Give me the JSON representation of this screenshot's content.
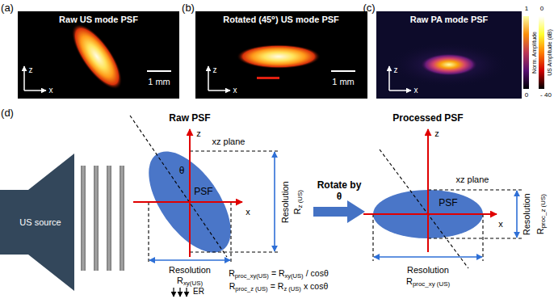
{
  "diagram": {
    "nodes": [
      {
        "text": [
          "US source"
        ]
      },
      {
        "text": [
          "PSF"
        ]
      },
      {
        "text": [
          "PSF"
        ]
      }
    ],
    "labels": [
      "(a)",
      "Raw US mode PSF",
      "1 mm",
      "z",
      "x",
      "(b)",
      "Rotated (45⁰) US mode PSF",
      "1 mm",
      "z",
      "x",
      "(c)",
      "Raw PA mode PSF",
      "1",
      "Norm. Amplitude",
      "0",
      "0",
      "US Amplitude (dB)",
      "- 40",
      "z",
      "x",
      "(d)",
      "Raw PSF",
      "z",
      "xz plane",
      "x",
      "θ",
      "Resolution",
      "R",
      "z (US)",
      "Resolution",
      "R",
      "xy(US)",
      "ER",
      "R",
      "proc_xy(US)",
      "= R",
      "xy(US)",
      "/ cosθ",
      "R",
      "proc_z (US)",
      "= R",
      "z (US)",
      "x cosθ",
      "Rotate by θ",
      "Processed PSF",
      "z",
      "xz plane",
      "x",
      "Resolution",
      "R",
      "proc_z (US)",
      "Resolution",
      "R",
      "proc_xy (US)"
    ]
  }
}
